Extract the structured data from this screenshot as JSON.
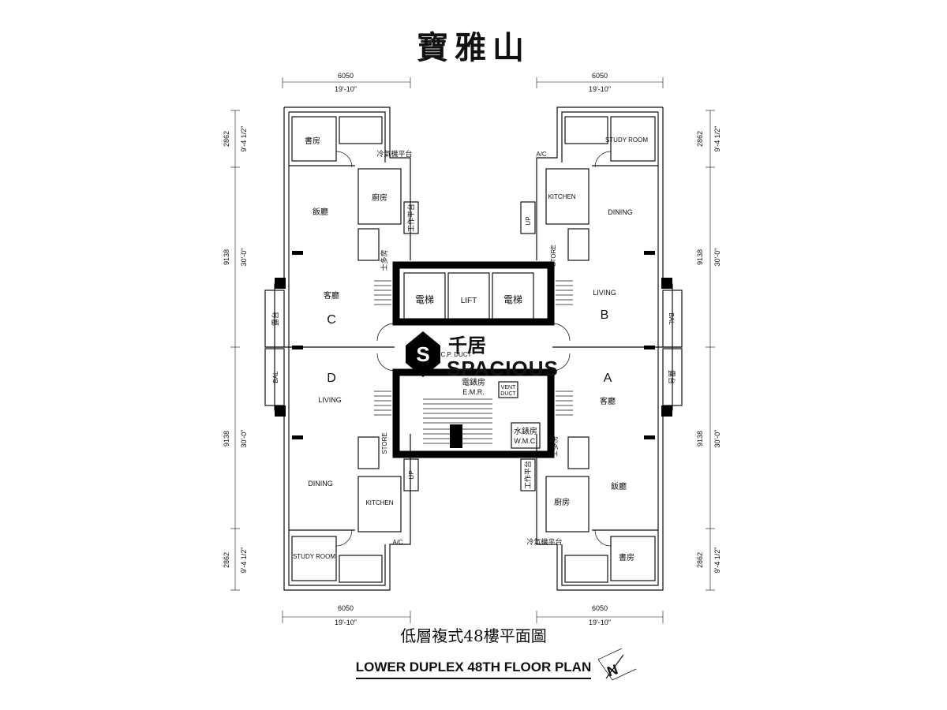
{
  "header": {
    "title": "寶雅山"
  },
  "footer": {
    "subtitle_cn": "低層複式48樓平面圖",
    "subtitle_en": "LOWER DUPLEX 48TH FLOOR PLAN"
  },
  "dimensions": {
    "width_mm": "6050",
    "width_ft": "19'-10\"",
    "study_mm": "2862",
    "study_ft": "9'-4 1/2\"",
    "main_mm": "9138",
    "main_ft": "30'-0\""
  },
  "units": {
    "C": {
      "letter": "C",
      "study": "書房",
      "dining": "飯廳",
      "kitchen": "廚房",
      "living": "客廳",
      "store": "士多房",
      "bal": "露台",
      "ac": "冷氣機平台",
      "utility": "工作平台"
    },
    "B": {
      "letter": "B",
      "study": "STUDY ROOM",
      "dining": "DINING",
      "kitchen": "KITCHEN",
      "living": "LIVING",
      "store": "STORE",
      "bal": "BAL",
      "ac": "A/C",
      "up": "UP"
    },
    "D": {
      "letter": "D",
      "study": "STUDY ROOM",
      "dining": "DINING",
      "kitchen": "KITCHEN",
      "living": "LIVING",
      "store": "STORE",
      "bal": "BAL",
      "ac": "A/C",
      "up": "UP"
    },
    "A": {
      "letter": "A",
      "study": "書房",
      "dining": "飯廳",
      "kitchen": "廚房",
      "living": "客廳",
      "store": "士多房",
      "bal": "露台",
      "ac": "冷氣機平台",
      "utility": "工作平台"
    }
  },
  "core": {
    "lift_left": "電梯",
    "lift_center": "LIFT",
    "lift_right": "電梯",
    "emr_cn": "電錶房",
    "emr_en": "E.M.R.",
    "vent1": "VENT",
    "vent2": "DUCT",
    "wmc_cn": "水錶房",
    "wmc_en": "W.M.C.",
    "cp_duct": "C.P. DUCT"
  },
  "watermark": {
    "brand_cn": "千居",
    "brand_en": "SPACIOUS",
    "logo_letter": "S"
  },
  "north": {
    "label": "N"
  }
}
